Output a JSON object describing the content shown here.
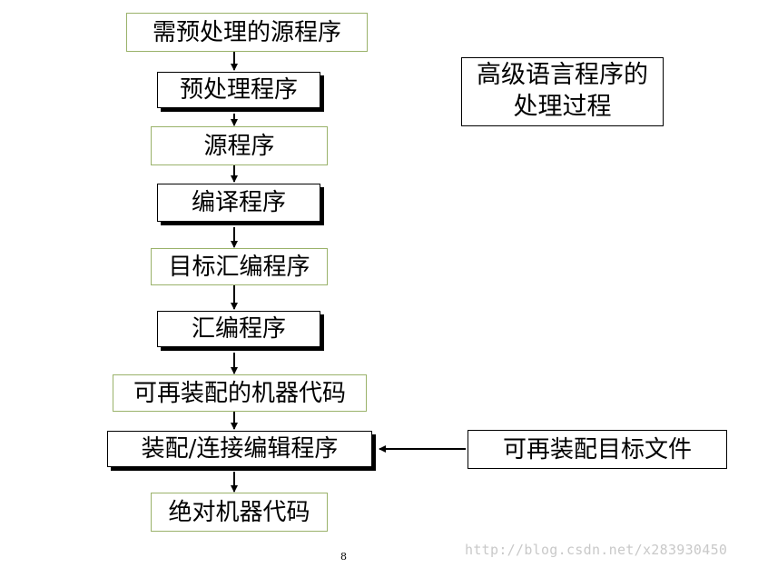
{
  "title": {
    "line1": "高级语言程序的",
    "line2": "处理过程"
  },
  "nodes": [
    {
      "id": "n1",
      "label": "需预处理的源程序"
    },
    {
      "id": "n2",
      "label": "预处理程序"
    },
    {
      "id": "n3",
      "label": "源程序"
    },
    {
      "id": "n4",
      "label": "编译程序"
    },
    {
      "id": "n5",
      "label": "目标汇编程序"
    },
    {
      "id": "n6",
      "label": "汇编程序"
    },
    {
      "id": "n7",
      "label": "可再装配的机器代码"
    },
    {
      "id": "n8",
      "label": "装配/连接编辑程序"
    },
    {
      "id": "n9",
      "label": "绝对机器代码"
    },
    {
      "id": "side",
      "label": "可再装配目标文件"
    }
  ],
  "page_number": "8",
  "watermark": "http://blog.csdn.net/x283930450"
}
